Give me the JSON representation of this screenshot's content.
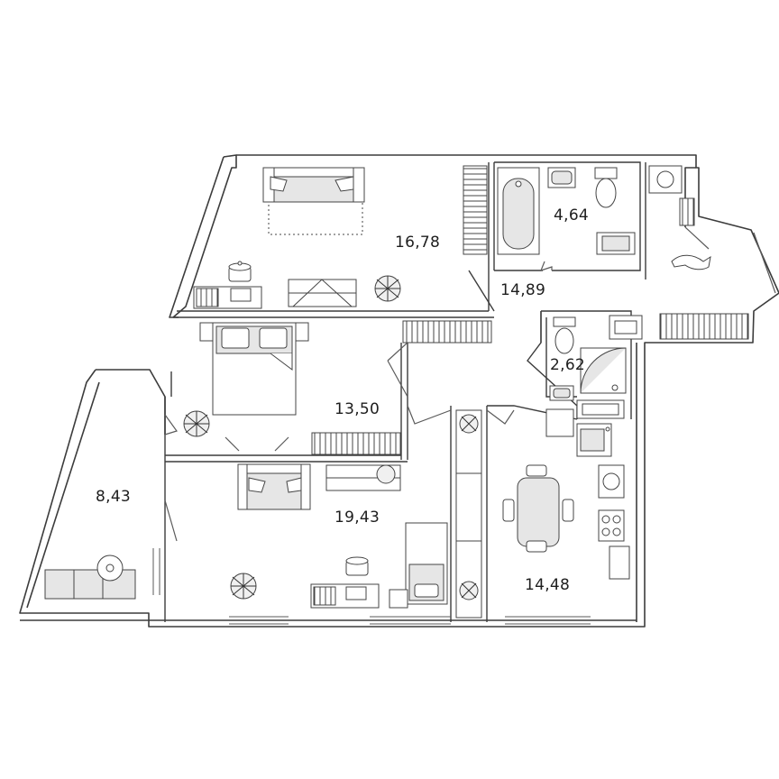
{
  "rooms": [
    {
      "id": "living-room-top",
      "area": "16,78"
    },
    {
      "id": "bathroom",
      "area": "4,64"
    },
    {
      "id": "hallway",
      "area": "14,89"
    },
    {
      "id": "toilet",
      "area": "2,62"
    },
    {
      "id": "bedroom",
      "area": "13,50"
    },
    {
      "id": "balcony",
      "area": "8,43"
    },
    {
      "id": "living-room-bottom",
      "area": "19,43"
    },
    {
      "id": "kitchen",
      "area": "14,48"
    }
  ],
  "colors": {
    "wall": "#3c3c3c",
    "line": "#7a7a7a",
    "fill": "#e6e6e6",
    "paper": "#ffffff"
  }
}
